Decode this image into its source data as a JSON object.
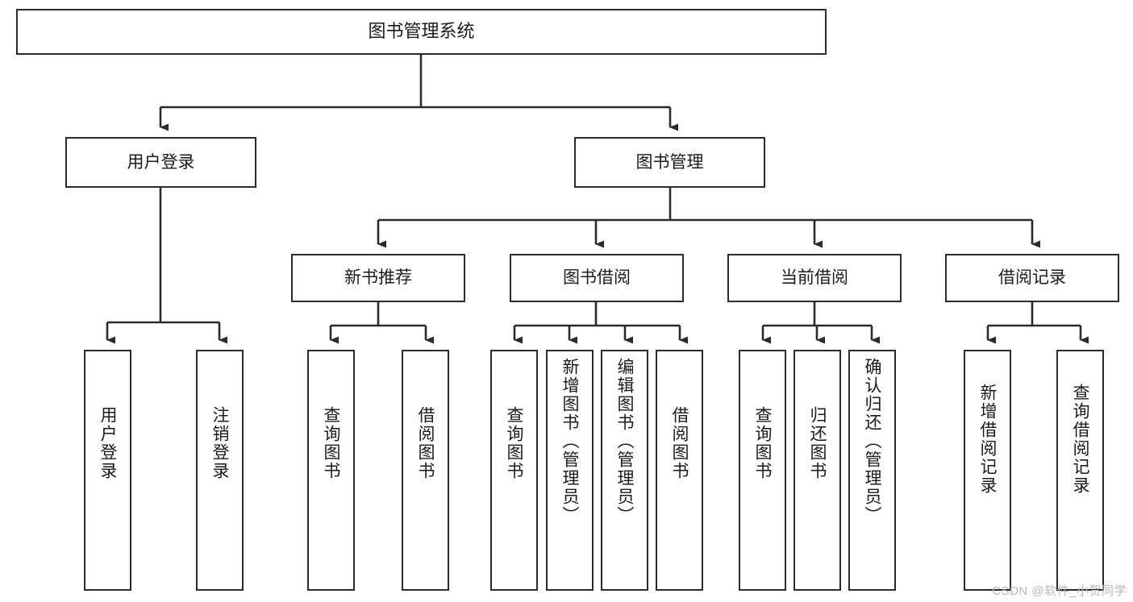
{
  "diagram": {
    "title": "图书管理系统",
    "type": "tree-hierarchy-diagram",
    "colors": {
      "box_border": "#2b2b2b",
      "box_fill": "#ffffff",
      "edge": "#2b2b2b",
      "text": "#1b1b1b",
      "watermark": "#b9b9b9",
      "background": "#ffffff"
    },
    "watermark": "CSDN @软件_小贺同学",
    "levels": {
      "root": {
        "label": "图书管理系统"
      },
      "level2": [
        {
          "id": "user-login",
          "label": "用户登录"
        },
        {
          "id": "book-management",
          "label": "图书管理"
        }
      ],
      "level3": [
        {
          "id": "new-book-recommend",
          "label": "新书推荐",
          "parent": "book-management"
        },
        {
          "id": "book-borrow",
          "label": "图书借阅",
          "parent": "book-management"
        },
        {
          "id": "current-borrow",
          "label": "当前借阅",
          "parent": "book-management"
        },
        {
          "id": "borrow-record",
          "label": "借阅记录",
          "parent": "book-management"
        }
      ],
      "leaves": [
        {
          "id": "leaf-user-login",
          "label": "用户登录",
          "parent": "user-login"
        },
        {
          "id": "leaf-logout-login",
          "label": "注销登录",
          "parent": "user-login"
        },
        {
          "id": "leaf-query-book-1",
          "label": "查询图书",
          "parent": "new-book-recommend"
        },
        {
          "id": "leaf-borrow-book-1",
          "label": "借阅图书",
          "parent": "new-book-recommend"
        },
        {
          "id": "leaf-query-book-2",
          "label": "查询图书",
          "parent": "book-borrow"
        },
        {
          "id": "leaf-add-book",
          "label": "新增图书（管理员）",
          "parent": "book-borrow"
        },
        {
          "id": "leaf-edit-book",
          "label": "编辑图书（管理员）",
          "parent": "book-borrow"
        },
        {
          "id": "leaf-borrow-book-2",
          "label": "借阅图书",
          "parent": "book-borrow"
        },
        {
          "id": "leaf-query-book-3",
          "label": "查询图书",
          "parent": "current-borrow"
        },
        {
          "id": "leaf-return-book",
          "label": "归还图书",
          "parent": "current-borrow"
        },
        {
          "id": "leaf-confirm-return",
          "label": "确认归还（管理员）",
          "parent": "current-borrow"
        },
        {
          "id": "leaf-add-record",
          "label": "新增借阅记录",
          "parent": "borrow-record"
        },
        {
          "id": "leaf-query-record",
          "label": "查询借阅记录",
          "parent": "borrow-record"
        }
      ]
    }
  }
}
